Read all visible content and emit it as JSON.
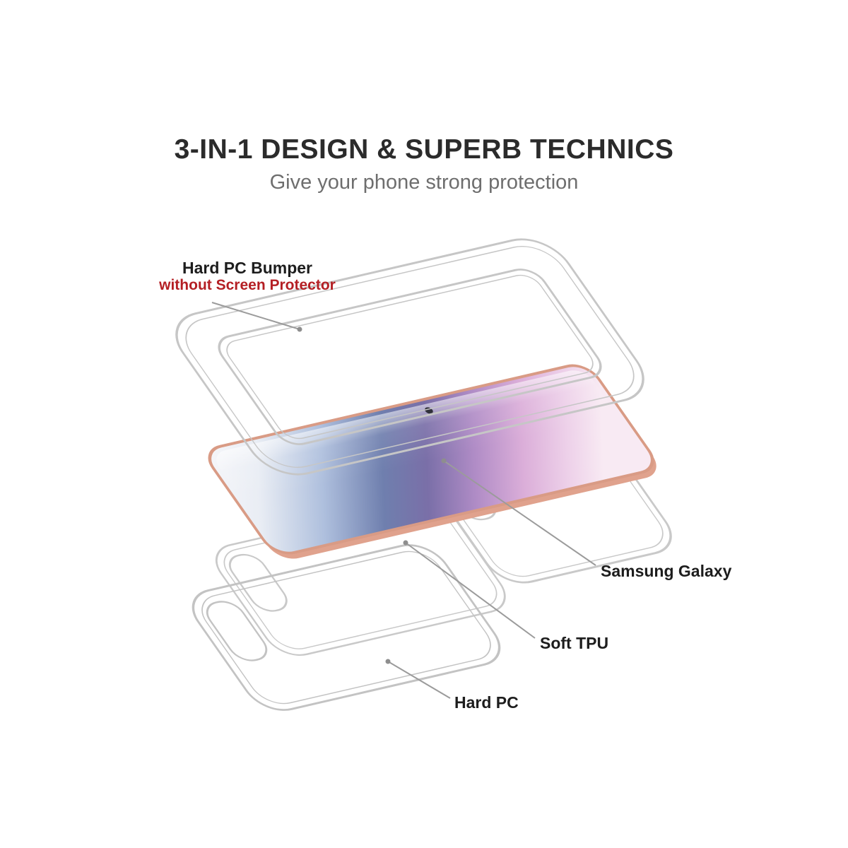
{
  "header": {
    "title": "3-IN-1 DESIGN & SUPERB TECHNICS",
    "subtitle": "Give your phone strong protection"
  },
  "callouts": {
    "bumper": {
      "line1": "Hard PC Bumper",
      "line2": "without Screen Protector"
    },
    "phone": {
      "label": "Samsung Galaxy"
    },
    "tpu": {
      "label": "Soft TPU"
    },
    "hard_pc": {
      "label": "Hard PC"
    }
  },
  "diagram": {
    "parts": [
      "hard-pc-bumper-frame",
      "samsung-galaxy-phone",
      "soft-tpu-case-layer",
      "hard-pc-shell-front",
      "hard-pc-shell-back"
    ]
  },
  "colors": {
    "accent_red": "#b41f24",
    "title_text": "#2b2b2b",
    "subtitle_text": "#6e6e6e",
    "case_outline": "#c6c6c6",
    "leader_line": "#9b9b9b",
    "phone_frame": "#d99b85",
    "screen_blue": "#6f7fae",
    "screen_pink": "#e9cde6"
  }
}
